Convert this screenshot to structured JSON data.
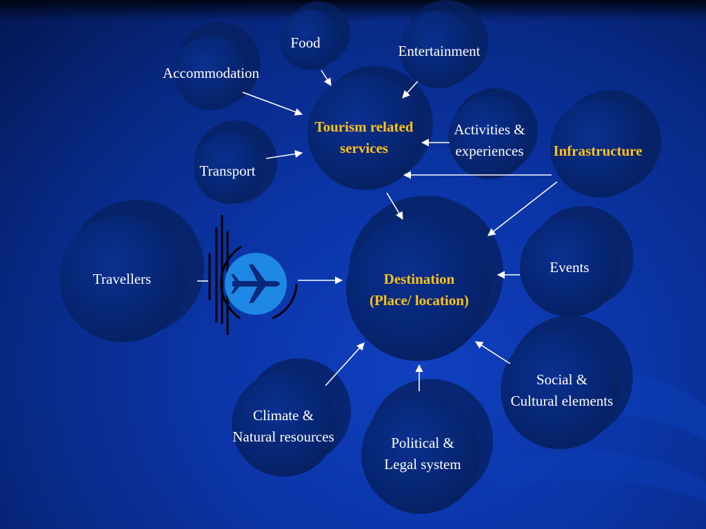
{
  "nodes": {
    "food": "Food",
    "entertainment": "Entertainment",
    "accommodation": "Accommodation",
    "tourism_services": [
      "Tourism related",
      "services"
    ],
    "activities": [
      "Activities &",
      "experiences"
    ],
    "infrastructure": "Infrastructure",
    "transport": "Transport",
    "travellers": "Travellers",
    "destination": [
      "Destination",
      "(Place/ location)"
    ],
    "events": "Events",
    "social": [
      "Social &",
      "Cultural elements"
    ],
    "climate": [
      "Climate &",
      "Natural resources"
    ],
    "political": [
      "Political &",
      "Legal system"
    ]
  },
  "colors": {
    "label": "#ffffff",
    "highlight": "#ffc21a",
    "bubble": "#082a7a",
    "plane_circle": "#1e88e5"
  },
  "icons": {
    "travel_mode": "airplane-icon"
  }
}
